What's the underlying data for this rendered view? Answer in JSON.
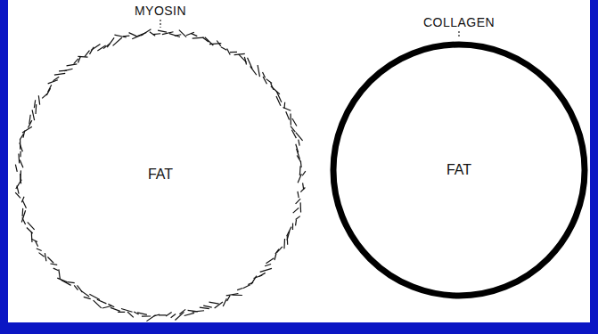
{
  "diagram": {
    "nodes": [
      {
        "text": [
          "MYOSIN",
          "FAT"
        ]
      },
      {
        "text": [
          "COLLAGEN",
          "FAT"
        ]
      }
    ]
  }
}
